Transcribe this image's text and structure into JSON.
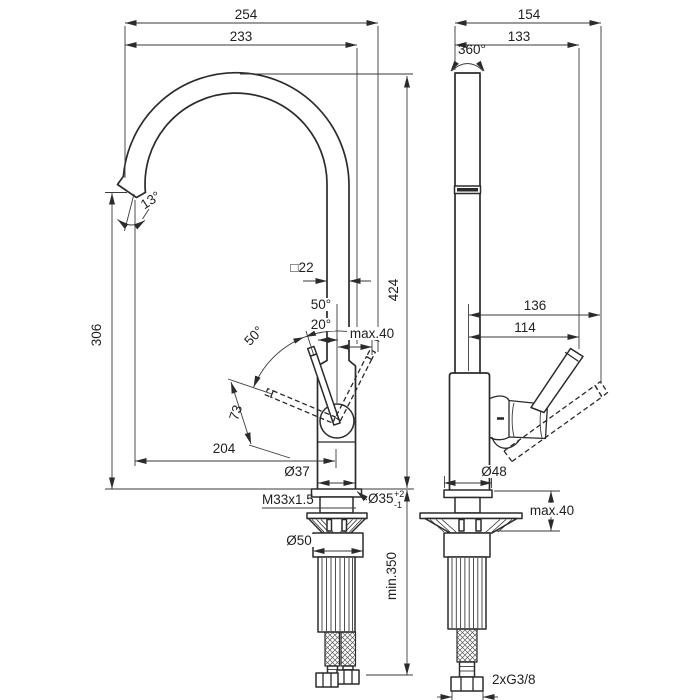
{
  "drawing_labels": {
    "front": {
      "overall_width": "254",
      "spout_reach": "233",
      "spout_height": "306",
      "overall_height": "424",
      "spout_tip_angle": "13°",
      "spout_tube_square": "□22",
      "handle_swing_left": "50°",
      "handle_swing_right": "50°",
      "handle_tilt": "20°",
      "handle_rear_clearance": "max.40",
      "handle_length": "73",
      "spout_tip_to_axis": "204",
      "body_diameter": "Ø37",
      "mounting_thread": "M33x1.5",
      "hole_diameter": "Ø35",
      "hole_tol_upper": "+2",
      "hole_tol_lower": "-1",
      "locknut_diameter": "Ø50",
      "hose_min_length": "min.350"
    },
    "side": {
      "overall_depth": "154",
      "body_depth": "133",
      "swivel_range": "360°",
      "handle_max_reach": "136",
      "handle_reach": "114",
      "base_diameter": "Ø48",
      "deck_thickness_max": "max.40",
      "supply_connection": "2xG3/8"
    }
  },
  "colors": {
    "line": "#2b2b2b",
    "thin_line": "#3a3a3a",
    "background": "#ffffff",
    "text": "#1f1f1f"
  }
}
